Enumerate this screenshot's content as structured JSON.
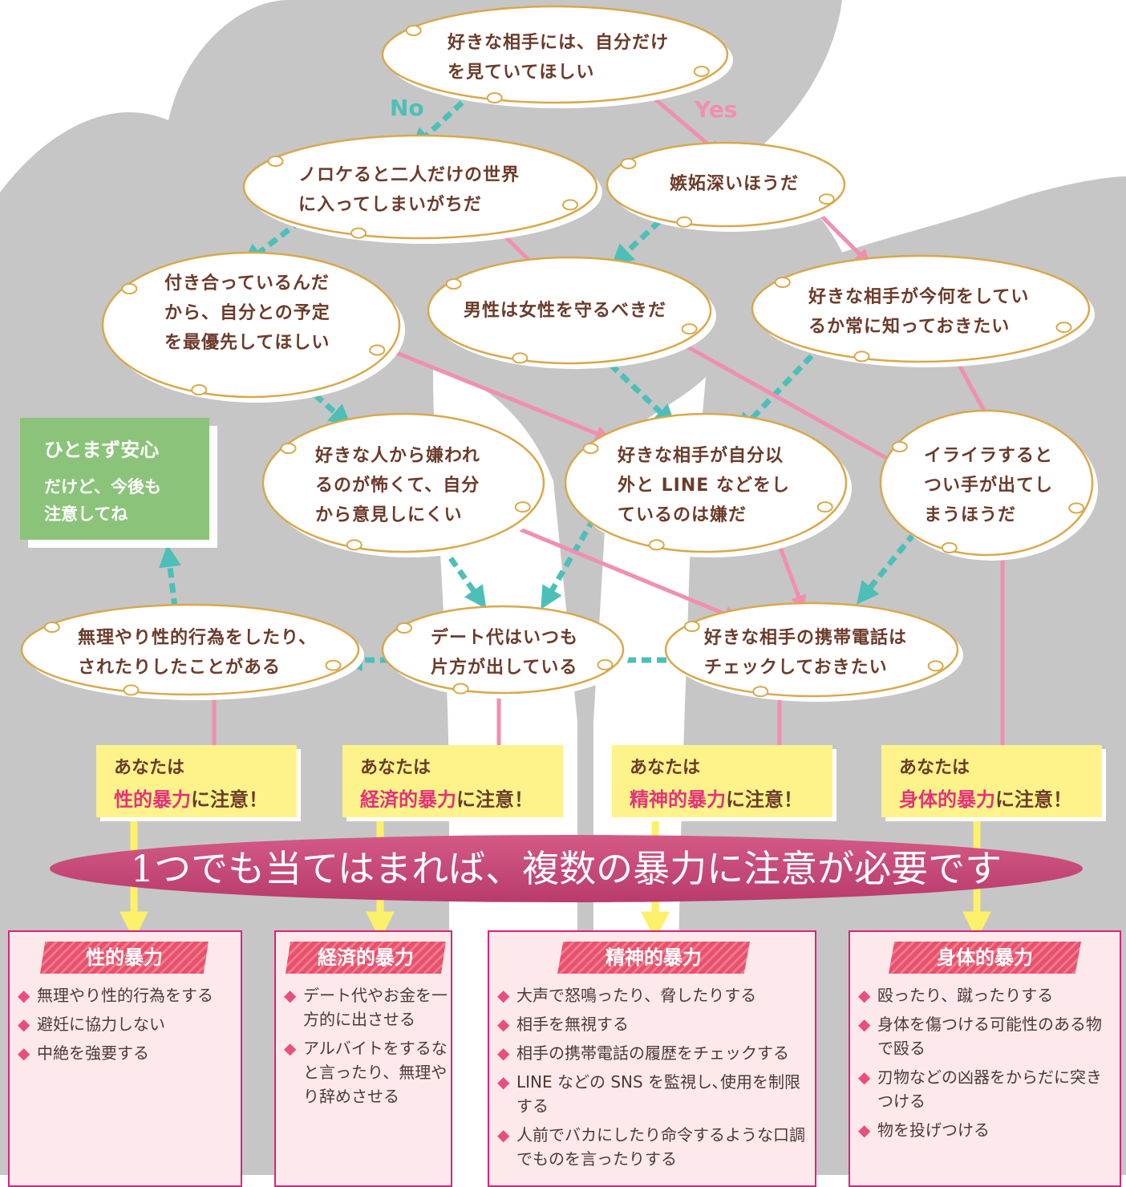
{
  "questions": {
    "q1": [
      "好きな相手には、自分だけ",
      "を見ていてほしい"
    ],
    "q2": [
      "ノロケると二人だけの世界",
      "に入ってしまいがちだ"
    ],
    "q3": [
      "嫉妬深いほうだ"
    ],
    "q4": [
      "付き合っているんだ",
      "から、自分との予定",
      "を最優先してほしい"
    ],
    "q5": [
      "男性は女性を守るべきだ"
    ],
    "q6": [
      "好きな相手が今何をしてい",
      "るか常に知っておきたい"
    ],
    "q7": [
      "好きな人から嫌われ",
      "るのが怖くて、自分",
      "から意見しにくい"
    ],
    "q8": [
      "好きな相手が自分以",
      "外と LINE などをし",
      "ているのは嫌だ"
    ],
    "q9": [
      "イライラすると",
      "つい手が出てし",
      "まうほうだ"
    ],
    "q10": [
      "無理やり性的行為をしたり、",
      "されたりしたことがある"
    ],
    "q11": [
      "デート代はいつも",
      "片方が出している"
    ],
    "q12": [
      "好きな相手の携帯電話は",
      "チェックしておきたい"
    ]
  },
  "labels": {
    "no": "No",
    "yes": "Yes"
  },
  "safe_box": {
    "line1": "ひとまず安心",
    "line2": "だけど、今後も",
    "line3": "注意してね"
  },
  "results": {
    "prefix": "あなたは",
    "suffix": "に注意！",
    "sexual": "性的暴力",
    "economic": "経済的暴力",
    "mental": "精神的暴力",
    "physical": "身体的暴力"
  },
  "banner": "1つでも当てはまれば、複数の暴力に注意が必要です",
  "panels": {
    "sexual": {
      "title": "性的暴力",
      "items": [
        "無理やり性的行為をする",
        "避妊に協力しない",
        "中絶を強要する"
      ]
    },
    "economic": {
      "title": "経済的暴力",
      "items": [
        "デート代やお金を一方的に出させる",
        "アルバイトをするなと言ったり、無理やり辞めさせる"
      ]
    },
    "mental": {
      "title": "精神的暴力",
      "items": [
        "大声で怒鳴ったり、脅したりする",
        "相手を無視する",
        "相手の携帯電話の履歴をチェックする",
        "LINE などの SNS を監視し､使用を制限する",
        "人前でバカにしたり命令するような口調でものを言ったりする"
      ]
    },
    "physical": {
      "title": "身体的暴力",
      "items": [
        "殴ったり、蹴ったりする",
        "身体を傷つける可能性のある物で殴る",
        "刃物などの凶器をからだに突きつける",
        "物を投げつける"
      ]
    }
  },
  "colors": {
    "pink_arrow": "#f08fb0",
    "teal_arrow": "#4dbfb8",
    "bubble_border": "#d9a84a",
    "text_brown": "#6b3b2a",
    "silhouette": "#c6c6c6",
    "warn_yellow": "#fdf38a",
    "safe_green": "#8bc37a",
    "banner_magenta": "#c4456f",
    "highlight_pink": "#e8307a"
  }
}
